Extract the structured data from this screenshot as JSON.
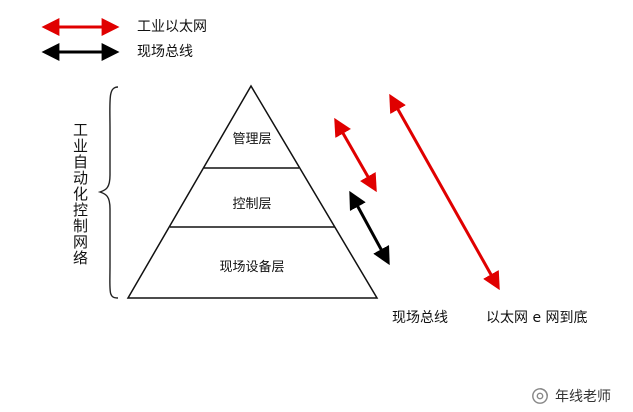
{
  "legend": {
    "ethernet_label": "工业以太网",
    "fieldbus_label": "现场总线",
    "ethernet_color": "#e00000",
    "fieldbus_color": "#000000"
  },
  "side_label": "工业自动化控制网络",
  "pyramid": {
    "layers": [
      {
        "label": "管理层"
      },
      {
        "label": "控制层"
      },
      {
        "label": "现场设备层"
      }
    ]
  },
  "bottom_labels": {
    "fieldbus": "现场总线",
    "ethernet": "以太网 e 网到底"
  },
  "watermark": {
    "text": "年线老师",
    "icon": "wechat-official-account-icon"
  }
}
